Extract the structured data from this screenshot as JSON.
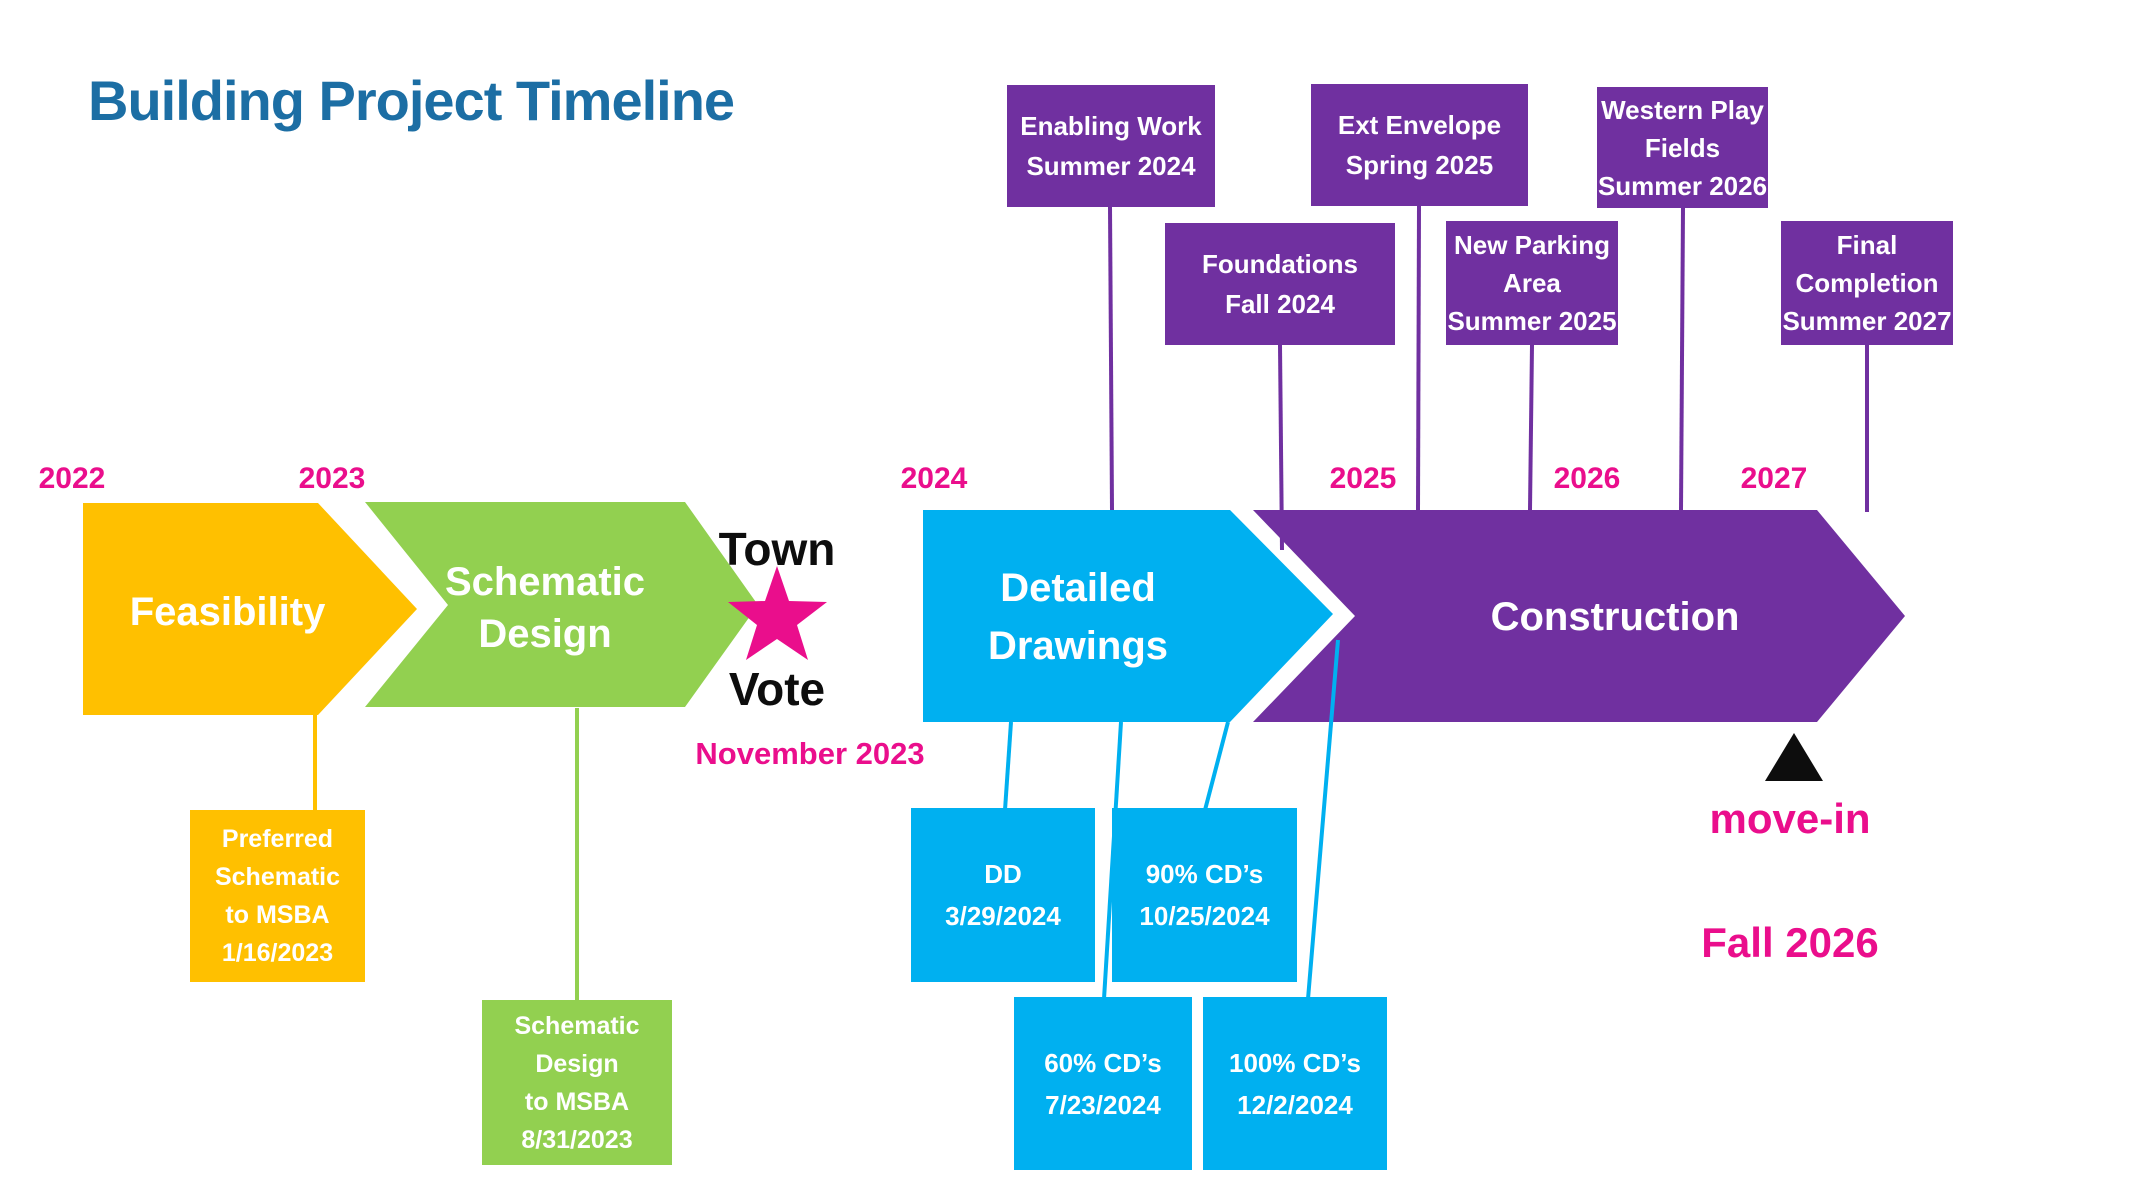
{
  "title": {
    "text": "Building Project Timeline"
  },
  "colors": {
    "orange": "#FFC000",
    "green": "#92D050",
    "blue": "#00B0F0",
    "purple": "#7030A0",
    "pink": "#EA0E8C",
    "title_blue": "#1C6EA4",
    "black": "#0D0D0D",
    "white": "#FFFFFF"
  },
  "years": [
    {
      "label": "2022"
    },
    {
      "label": "2023"
    },
    {
      "label": "2024"
    },
    {
      "label": "2025"
    },
    {
      "label": "2026"
    },
    {
      "label": "2027"
    }
  ],
  "phases": [
    {
      "label": "Feasibility"
    },
    {
      "label": "Schematic\nDesign"
    },
    {
      "label": "Detailed\nDrawings"
    },
    {
      "label": "Construction"
    }
  ],
  "town_vote": {
    "line1": "Town",
    "line2": "Vote",
    "date": "November 2023",
    "marker": "star-icon"
  },
  "move_in": {
    "line1": "move-in",
    "line2": "Fall 2026",
    "marker": "triangle-up-icon"
  },
  "milestones_top": [
    {
      "label": "Enabling Work\nSummer 2024"
    },
    {
      "label": "Foundations\nFall 2024"
    },
    {
      "label": "Ext Envelope\nSpring 2025"
    },
    {
      "label": "New Parking\nArea\nSummer 2025"
    },
    {
      "label": "Western Play\nFields\nSummer 2026"
    },
    {
      "label": "Final\nCompletion\nSummer 2027"
    }
  ],
  "milestones_bottom": {
    "feasibility": {
      "label": "Preferred\nSchematic\nto MSBA\n1/16/2023"
    },
    "schematic": {
      "label": "Schematic\nDesign\nto MSBA\n8/31/2023"
    },
    "detailed": [
      {
        "label": "DD\n3/29/2024"
      },
      {
        "label": "90% CD’s\n10/25/2024"
      },
      {
        "label": "60% CD’s\n7/23/2024"
      },
      {
        "label": "100% CD’s\n12/2/2024"
      }
    ]
  }
}
